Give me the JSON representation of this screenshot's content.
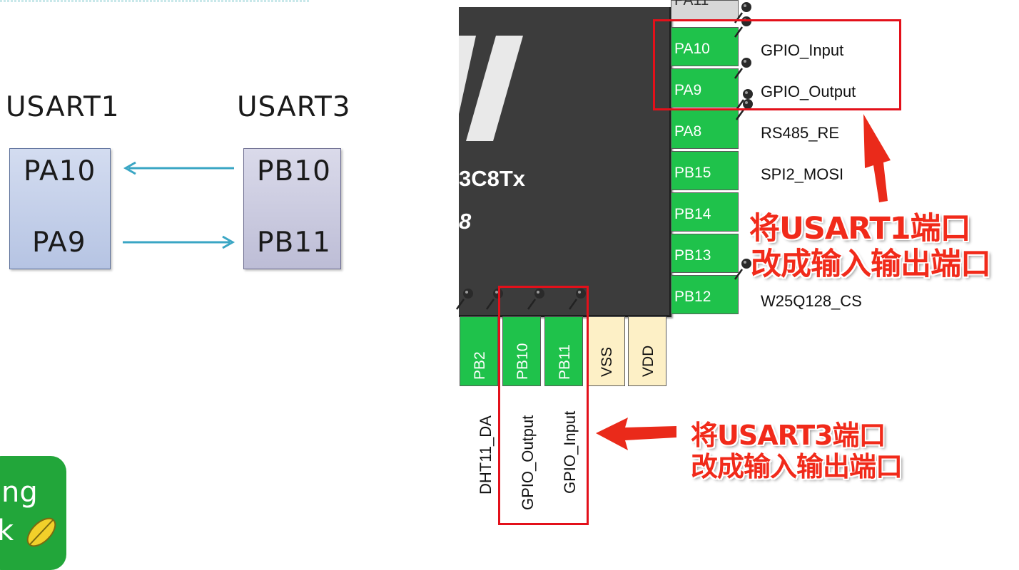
{
  "left_diagram": {
    "usart1_title": "USART1",
    "usart3_title": "USART3",
    "usart1_pins": [
      "PA10",
      "PA9"
    ],
    "usart3_pins": [
      "PB10",
      "PB11"
    ],
    "arrow_color": "#3aa6c4"
  },
  "logo": {
    "line1": "ng",
    "line2": "k",
    "color": "#22a63a"
  },
  "chip": {
    "name_fragment": "3C8Tx",
    "digit_fragment": "8",
    "top_pin_fragment": "PA11"
  },
  "right_pins": [
    {
      "pin": "PA10",
      "signal": "GPIO_Input"
    },
    {
      "pin": "PA9",
      "signal": "GPIO_Output"
    },
    {
      "pin": "PA8",
      "signal": "RS485_RE"
    },
    {
      "pin": "PB15",
      "signal": "SPI2_MOSI"
    },
    {
      "pin": "PB14",
      "signal": ""
    },
    {
      "pin": "PB13",
      "signal": ""
    },
    {
      "pin": "PB12",
      "signal": "W25Q128_CS"
    }
  ],
  "bottom_pins": [
    {
      "pin": "PB2",
      "signal": "DHT11_DA"
    },
    {
      "pin": "PB10",
      "signal": "GPIO_Output"
    },
    {
      "pin": "PB11",
      "signal": "GPIO_Input"
    },
    {
      "pin": "VSS",
      "signal": ""
    },
    {
      "pin": "VDD",
      "signal": ""
    }
  ],
  "annotations": {
    "usart1_note_line1": "将USART1端口",
    "usart1_note_line2": "改成输入输出端口",
    "usart3_note_line1": "将USART3端口",
    "usart3_note_line2": "改成输入输出端口"
  },
  "colors": {
    "pin_green": "#1fc24b",
    "pin_power": "#fdf0c6",
    "chip_body": "#3c3c3c",
    "highlight_red": "#e3101a"
  }
}
